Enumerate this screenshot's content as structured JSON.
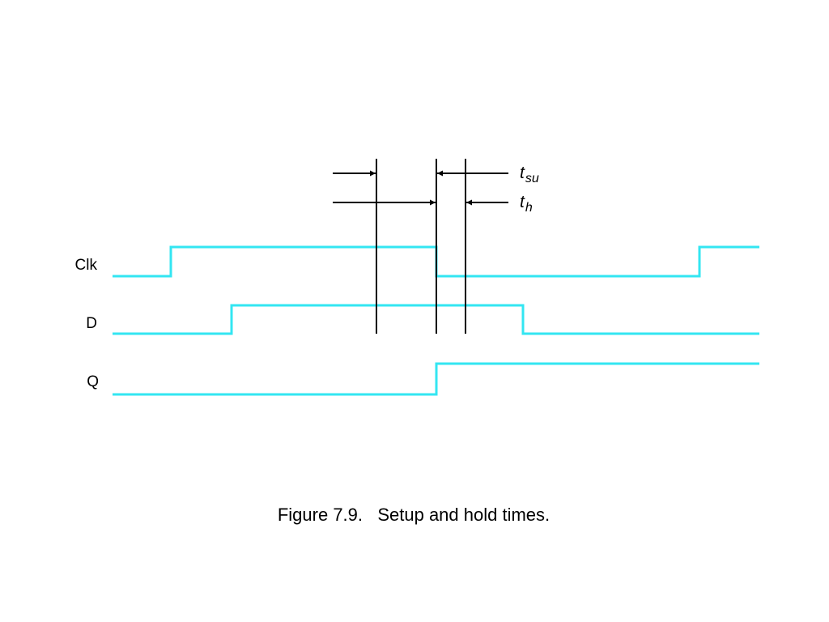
{
  "colors": {
    "waveform": "#33e6f2",
    "line": "#000000"
  },
  "signals": [
    {
      "name": "Clk",
      "levels": [
        0,
        1,
        0,
        1
      ]
    },
    {
      "name": "D",
      "levels": [
        0,
        1,
        0
      ]
    },
    {
      "name": "Q",
      "levels": [
        0,
        1
      ]
    }
  ],
  "annotations": {
    "tsu": {
      "main": "t",
      "sub": "su"
    },
    "th": {
      "main": "t",
      "sub": "h"
    }
  },
  "caption": "Figure 7.9.   Setup and hold times."
}
